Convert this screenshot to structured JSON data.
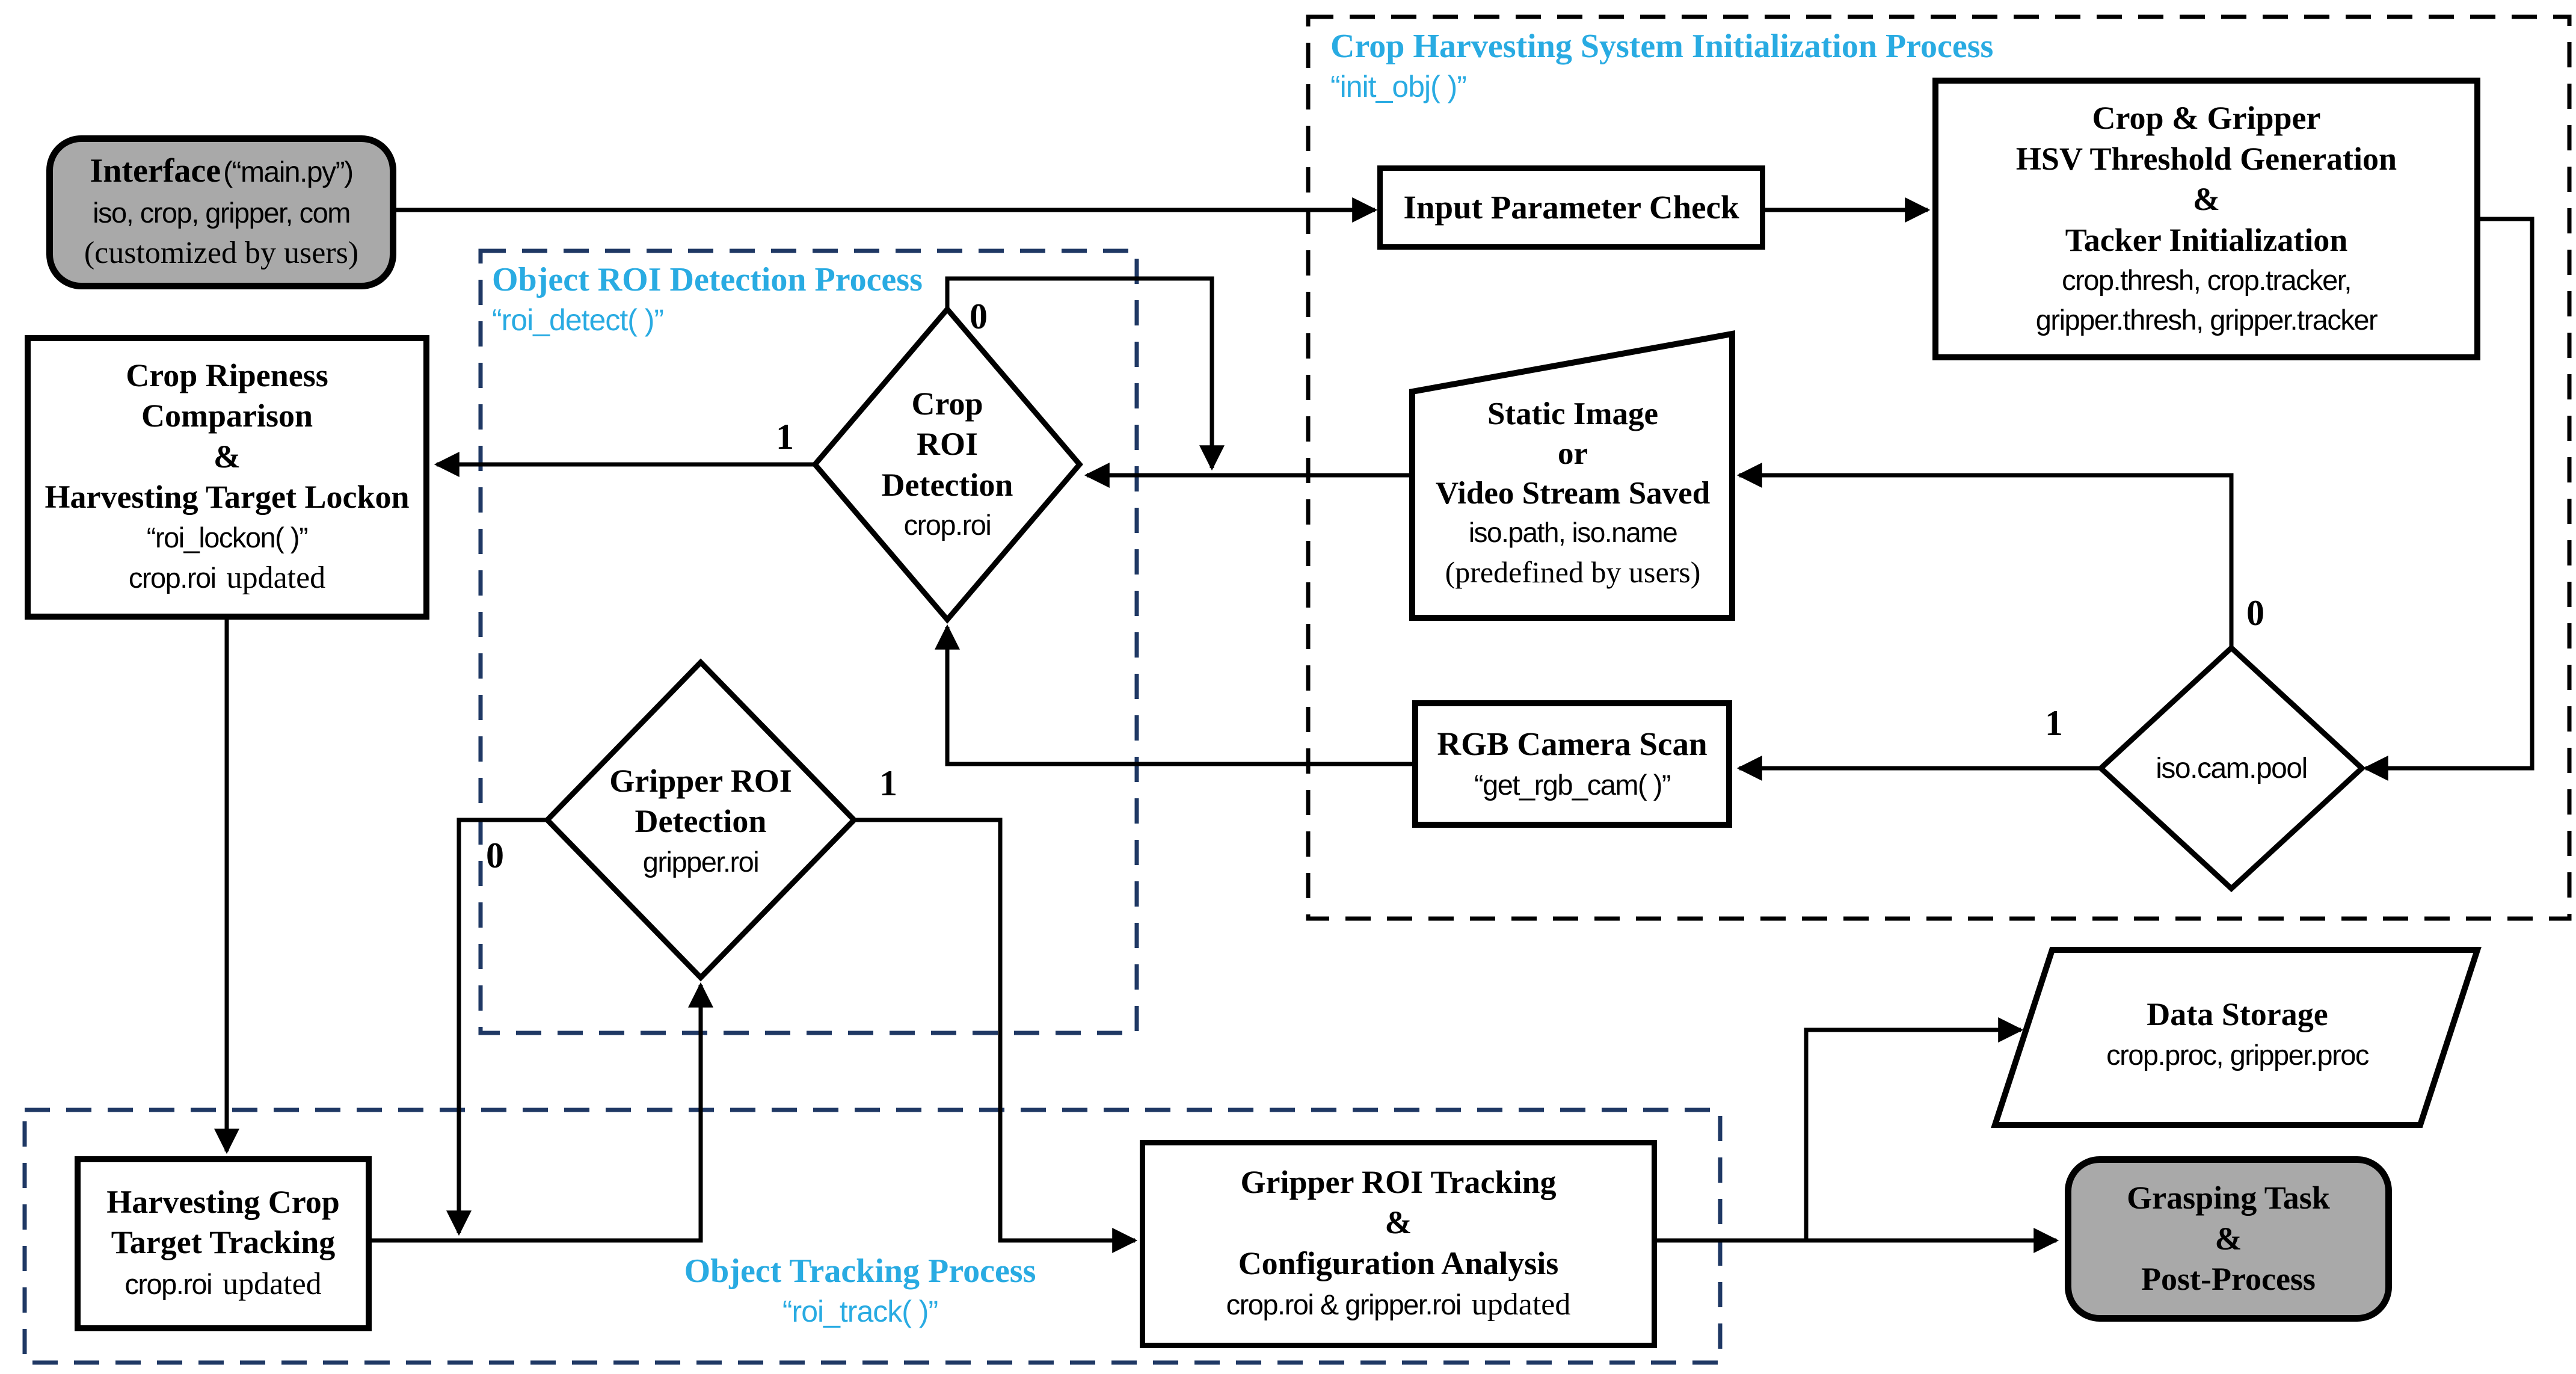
{
  "colors": {
    "accent": "#29ABE2",
    "group_dash": "#1F3864",
    "node_fill": "#A9A9A9"
  },
  "groups": {
    "init": {
      "title": "Crop Harvesting System Initialization Process",
      "fn": "“init_obj( )”"
    },
    "roi": {
      "title": "Object ROI Detection Process",
      "fn": "“roi_detect( )”"
    },
    "track": {
      "title": "Object Tracking Process",
      "fn": "“roi_track( )”"
    }
  },
  "nodes": {
    "interface": {
      "title": "Interface",
      "subtitle": "(“main.py”)",
      "attrs": "iso, crop, gripper, com",
      "note": "(customized by users)"
    },
    "input_check": {
      "title": "Input Parameter Check"
    },
    "hsv": {
      "line1": "Crop & Gripper",
      "line2": "HSV Threshold Generation",
      "line3": "&",
      "line4": "Tacker Initialization",
      "attrs1": "crop.thresh, crop.tracker,",
      "attrs2": "gripper.thresh, gripper.tracker"
    },
    "static_image": {
      "line1": "Static Image",
      "line2": "or",
      "line3": "Video Stream Saved",
      "attrs": "iso.path, iso.name",
      "note": "(predefined by users)"
    },
    "cam_pool": {
      "label": "iso.cam.pool"
    },
    "rgb_scan": {
      "title": "RGB Camera Scan",
      "fn": "“get_rgb_cam( )”"
    },
    "crop_roi": {
      "line1": "Crop",
      "line2": "ROI",
      "line3": "Detection",
      "attr": "crop.roi"
    },
    "ripeness": {
      "line1": "Crop Ripeness",
      "line2": "Comparison",
      "line3": "&",
      "line4": "Harvesting Target Lockon",
      "fn": "“roi_lockon( )”",
      "attr": "crop.roi",
      "note": "updated"
    },
    "gripper_roi": {
      "line1": "Gripper ROI",
      "line2": "Detection",
      "attr": "gripper.roi"
    },
    "harvest": {
      "line1": "Harvesting Crop",
      "line2": "Target Tracking",
      "attr": "crop.roi",
      "note": "updated"
    },
    "gripper_track": {
      "line1": "Gripper ROI Tracking",
      "line2": "&",
      "line3": "Configuration Analysis",
      "attr": "crop.roi & gripper.roi",
      "note": "updated"
    },
    "storage": {
      "title": "Data Storage",
      "attrs": "crop.proc, gripper.proc"
    },
    "grasp": {
      "line1": "Grasping Task",
      "line2": "&",
      "line3": "Post-Process"
    }
  },
  "branches": {
    "cam_zero": "0",
    "cam_one": "1",
    "crop_zero": "0",
    "crop_one": "1",
    "gripper_zero": "0",
    "gripper_one": "1"
  }
}
